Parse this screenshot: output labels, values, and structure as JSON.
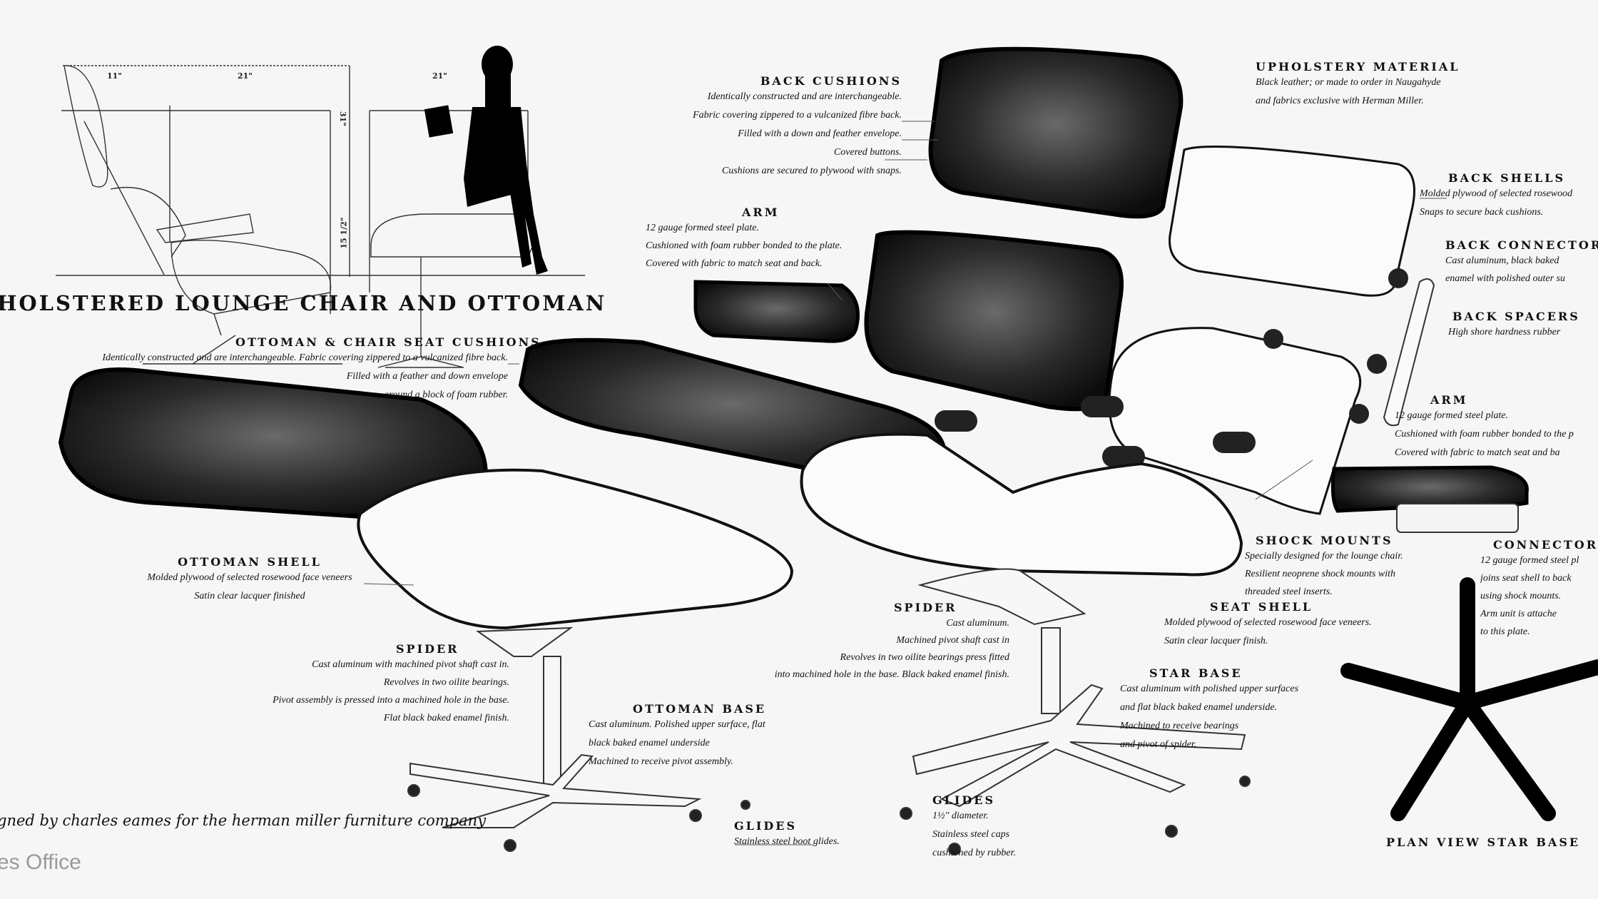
{
  "title": "HOLSTERED LOUNGE CHAIR AND OTTOMAN",
  "footer": "gned by charles eames for the herman miller furniture company",
  "watermark": "es Office",
  "dimensions": {
    "back_depth": "11\"",
    "seat_depth": "21\"",
    "ottoman_depth": "21\"",
    "height": "31\"",
    "seat_height": "15 1/2\""
  },
  "sections": {
    "seat_cushions": {
      "heading": "OTTOMAN & CHAIR SEAT CUSHIONS",
      "lines": [
        "Identically constructed and are interchangeable. Fabric covering zippered to a vulcanized fibre back.",
        "Filled with a feather and down envelope",
        "around a block of foam rubber."
      ]
    },
    "back_cushions": {
      "heading": "BACK CUSHIONS",
      "lines": [
        "Identically constructed and are interchangeable.",
        "Fabric covering zippered to a vulcanized fibre back.",
        "Filled with a down and feather envelope.",
        "Covered buttons.",
        "Cushions are secured to plywood with snaps."
      ]
    },
    "arm_left": {
      "heading": "ARM",
      "lines": [
        "12 gauge formed steel plate.",
        "Cushioned with foam rubber bonded to the plate.",
        "Covered with fabric to match seat and back."
      ]
    },
    "upholstery": {
      "heading": "UPHOLSTERY MATERIAL",
      "lines": [
        "Black leather; or made to order in Naugahyde",
        "and fabrics exclusive with Herman Miller."
      ]
    },
    "back_shells": {
      "heading": "BACK SHELLS",
      "lines": [
        "Molded plywood of selected rosewood",
        "Snaps to secure back cushions."
      ]
    },
    "back_connectors": {
      "heading": "BACK CONNECTORS",
      "lines": [
        "Cast aluminum, black baked",
        "enamel with polished outer su"
      ]
    },
    "back_spacers": {
      "heading": "BACK SPACERS",
      "lines": [
        "High shore hardness rubber"
      ]
    },
    "arm_right": {
      "heading": "ARM",
      "lines": [
        "12 gauge formed steel plate.",
        "Cushioned with foam rubber bonded to the p",
        "Covered with fabric to match seat and ba"
      ]
    },
    "shock_mounts": {
      "heading": "SHOCK MOUNTS",
      "lines": [
        "Specially designed for the lounge chair.",
        "Resilient neoprene shock mounts with",
        "threaded steel inserts."
      ]
    },
    "connector_plate": {
      "heading": "CONNECTOR P",
      "lines": [
        "12 gauge formed steel pl",
        "joins seat shell to back",
        "using shock mounts.",
        "Arm unit is attache",
        "to this plate."
      ]
    },
    "seat_shell": {
      "heading": "SEAT SHELL",
      "lines": [
        "Molded plywood of selected rosewood face veneers.",
        "Satin clear lacquer finish."
      ]
    },
    "spider_chair": {
      "heading": "SPIDER",
      "lines": [
        "Cast aluminum.",
        "Machined pivot shaft cast in",
        "Revolves in two oilite bearings press fitted",
        "into machined hole in the base. Black baked enamel finish."
      ]
    },
    "star_base": {
      "heading": "STAR BASE",
      "lines": [
        "Cast aluminum with polished upper surfaces",
        "and flat black baked enamel underside.",
        "Machined to receive bearings",
        "and pivot of spider."
      ]
    },
    "glides_chair": {
      "heading": "GLIDES",
      "lines": [
        "1½\" diameter.",
        "Stainless steel caps",
        "cushioned by rubber."
      ]
    },
    "ottoman_shell": {
      "heading": "OTTOMAN SHELL",
      "lines": [
        "Molded plywood of selected rosewood face veneers",
        "Satin clear lacquer finished"
      ]
    },
    "spider_ottoman": {
      "heading": "SPIDER",
      "lines": [
        "Cast aluminum with machined pivot shaft cast in.",
        "Revolves in two oilite bearings.",
        "Pivot assembly is pressed into a machined hole in the base.",
        "Flat black baked enamel finish."
      ]
    },
    "ottoman_base": {
      "heading": "OTTOMAN BASE",
      "lines": [
        "Cast aluminum. Polished upper surface, flat",
        "black baked enamel underside",
        "Machined to receive pivot assembly."
      ]
    },
    "glides_ottoman": {
      "heading": "GLIDES",
      "lines": [
        "Stainless steel boot glides."
      ]
    },
    "plan_view": {
      "heading": "PLAN VIEW STAR BASE",
      "lines": []
    }
  }
}
